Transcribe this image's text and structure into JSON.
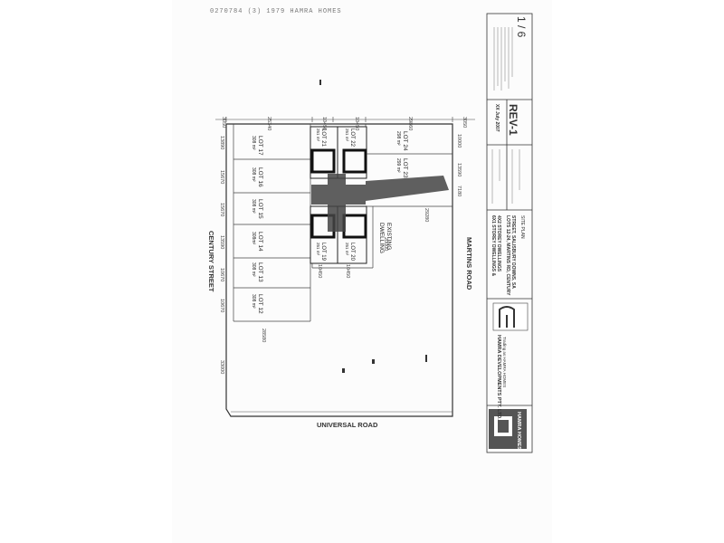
{
  "header": {
    "fax_line": "0270784 (3) 1979 HAMRA HOMES"
  },
  "streets": {
    "west": "CENTURY STREET",
    "east": "MARTINS ROAD",
    "south": "UNIVERSAL ROAD"
  },
  "lots": [
    {
      "name": "LOT 17",
      "area": "308 m²"
    },
    {
      "name": "LOT 16",
      "area": "308 m²"
    },
    {
      "name": "LOT 15",
      "area": "308 m²"
    },
    {
      "name": "LOT 14",
      "area": "308m²"
    },
    {
      "name": "LOT 13",
      "area": "308 m²"
    },
    {
      "name": "LOT 12",
      "area": "308 m²"
    },
    {
      "name": "LOT 21",
      "area": "251 m²"
    },
    {
      "name": "LOT 22",
      "area": "251 m²"
    },
    {
      "name": "LOT 19",
      "area": "251 m²"
    },
    {
      "name": "LOT 20",
      "area": "251 m²"
    },
    {
      "name": "LOT 24",
      "area": "298 m²"
    },
    {
      "name": "LOT 23",
      "area": "299 m²"
    }
  ],
  "existing": {
    "line1": "EXISTING",
    "line2": "DWELLING"
  },
  "dims": {
    "top": [
      "3050",
      "25340",
      "10450",
      "10450",
      "29860",
      "3050"
    ],
    "left": [
      "13890",
      "15670",
      "15670",
      "13590",
      "10670",
      "10670"
    ],
    "right": [
      "10000",
      "13590",
      "7180"
    ],
    "middle": [
      "29280",
      "20000",
      "10450",
      "10450"
    ],
    "lower": [
      "33000",
      "28580"
    ]
  },
  "title_block": {
    "company": "HAMRA DEVELOPMENTS PTY. LTD.",
    "company_sub": "Trading as HAMRA HOMES",
    "logo": "HAMRA HOMES",
    "project_line1": "6X1 STOREY DWELLINGS &",
    "project_line2": "4X2 STOREY DWELLINGS",
    "address_line1": "LOTS 12-24, MARTINS RD, CENTURY",
    "address_line2": "STREET, SALISBURY DOWNS, SA",
    "drawing": "SITE PLAN",
    "date": "XX July 2007",
    "rev": "REV-1",
    "sheet": "1 / 6"
  }
}
